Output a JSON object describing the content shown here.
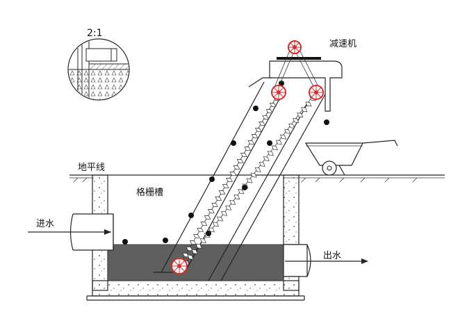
{
  "labels": {
    "scale": "2:1",
    "reducer": "减速机",
    "ground_level": "地平线",
    "screen_channel": "格栅槽",
    "inlet": "进水",
    "outlet": "出水"
  },
  "colors": {
    "water": "#5f5f5f",
    "sprocket": "#d32f2f",
    "line": "#222222"
  }
}
